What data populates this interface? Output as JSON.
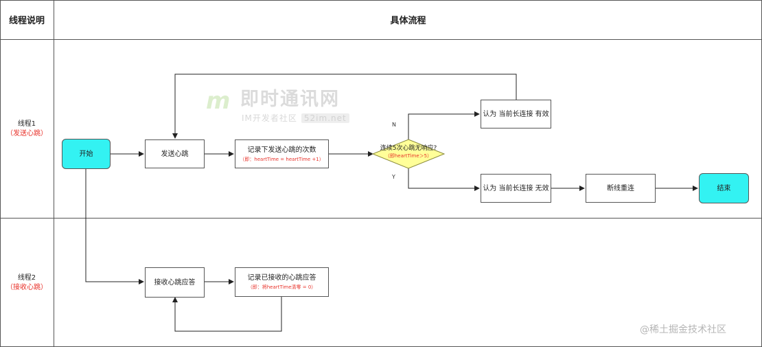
{
  "header": {
    "lane_col": "线程说明",
    "flow_col": "具体流程"
  },
  "lanes": [
    {
      "title": "线程1",
      "subtitle": "（发送心跳）"
    },
    {
      "title": "线程2",
      "subtitle": "（接收心跳）"
    }
  ],
  "nodes": {
    "start": "开始",
    "send": "发送心跳",
    "record_send": {
      "label": "记录下发送心跳的次数",
      "note": "（即：heartTime = heartTime +1）"
    },
    "decision": {
      "label": "连续5次心跳无响应?",
      "note": "（即heartTime＞5）"
    },
    "valid": "认为 当前长连接 有效",
    "invalid": "认为 当前长连接 无效",
    "reconnect": "断线重连",
    "end": "结束",
    "receive": "接收心跳应答",
    "record_receive": {
      "label": "记录已接收的心跳应答",
      "note": "（即：将heartTime清零 = 0）"
    }
  },
  "branches": {
    "no": "N",
    "yes": "Y"
  },
  "watermark": {
    "logo": "m",
    "title": "即时通讯网",
    "subtitle": "IM开发者社区",
    "site": "52im.net",
    "corner": "@稀土掘金技术社区"
  },
  "colors": {
    "terminal": "#33f2f2",
    "decision": "#ffff99",
    "note_red": "#e8322a",
    "line": "#222222"
  }
}
